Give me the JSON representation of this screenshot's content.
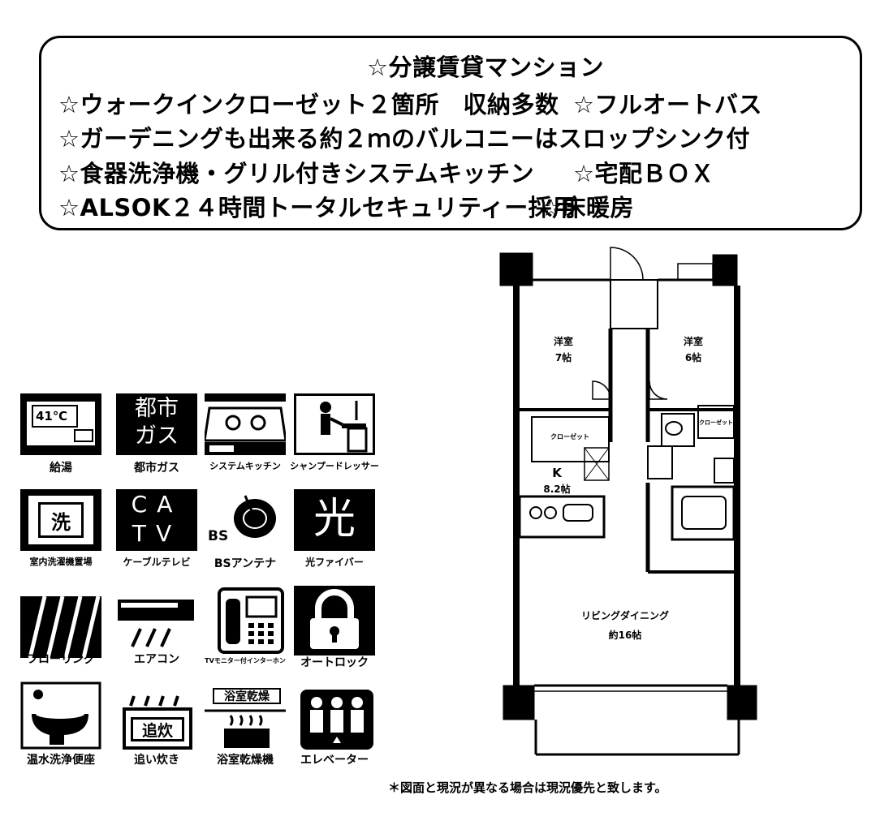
{
  "features": {
    "title": "☆分譲賃貸マンション",
    "line1a": "☆ウォークインクローゼット２箇所　収納多数",
    "line1b": "☆フルオートバス",
    "line2": "☆ガーデニングも出来る約２ｍのバルコニーはスロップシンク付",
    "line3a": "☆食器洗浄機・グリル付きシステムキッチン",
    "line3b": "☆宅配ＢＯＸ",
    "line4a": "☆ALSOK２４時間トータルセキュリティー採用",
    "line4b": "☆床暖房"
  },
  "icons": [
    {
      "name": "kyuto-icon",
      "label": "給湯",
      "text": "41℃"
    },
    {
      "name": "city-gas-icon",
      "label": "都市ガス",
      "text1": "都市",
      "text2": "ガス"
    },
    {
      "name": "system-kitchen-icon",
      "label": "システムキッチン"
    },
    {
      "name": "shampoo-dresser-icon",
      "label": "シャンプードレッサー"
    },
    {
      "name": "washer-space-icon",
      "label": "室内洗濯機置場",
      "text": "洗"
    },
    {
      "name": "catv-icon",
      "label": "ケーブルテレビ",
      "text1": "CA",
      "text2": "TV"
    },
    {
      "name": "bs-antenna-icon",
      "label": "BSアンテナ",
      "text": "BS"
    },
    {
      "name": "fiber-icon",
      "label": "光ファイバー",
      "text": "光"
    },
    {
      "name": "flooring-icon",
      "label": "フローリング"
    },
    {
      "name": "aircon-icon",
      "label": "エアコン"
    },
    {
      "name": "tv-intercom-icon",
      "label": "TVモニター付インターホン"
    },
    {
      "name": "autolock-icon",
      "label": "オートロック"
    },
    {
      "name": "washlet-icon",
      "label": "温水洗浄便座"
    },
    {
      "name": "oidaki-icon",
      "label": "追い炊き",
      "text": "追炊"
    },
    {
      "name": "bath-dryer-icon",
      "label": "浴室乾燥機",
      "text": "浴室乾燥"
    },
    {
      "name": "elevator-icon",
      "label": "エレベーター"
    }
  ],
  "floorplan": {
    "room1_name": "洋室",
    "room1_size": "7帖",
    "room2_name": "洋室",
    "room2_size": "6帖",
    "kitchen_name": "K",
    "kitchen_size": "8.2帖",
    "living_name": "リビングダイニング",
    "living_size": "約16帖",
    "closet": "クローゼット"
  },
  "note": "＊図面と現況が異なる場合は現況優先と致します。"
}
